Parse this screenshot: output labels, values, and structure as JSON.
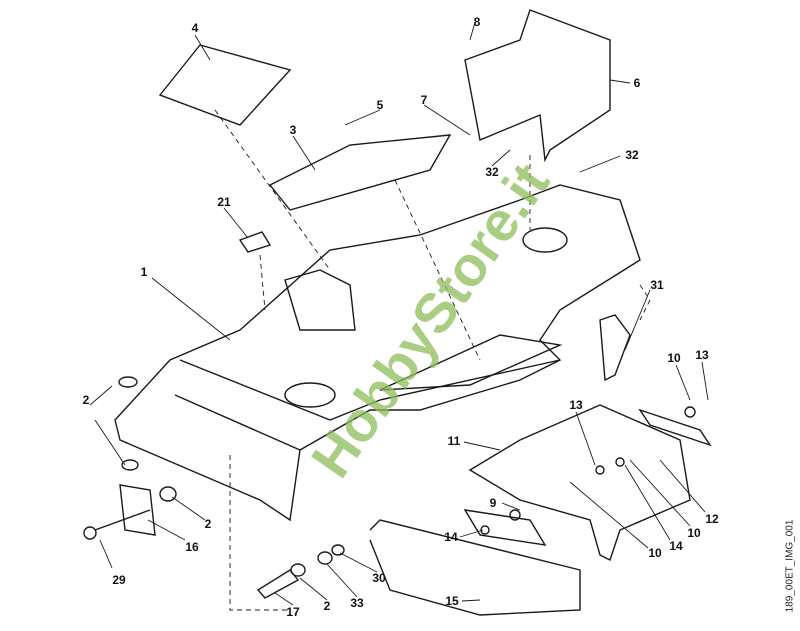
{
  "diagram": {
    "parts": [
      {
        "id": "4"
      },
      {
        "id": "8"
      },
      {
        "id": "6"
      },
      {
        "id": "5"
      },
      {
        "id": "7"
      },
      {
        "id": "3"
      },
      {
        "id": "32"
      },
      {
        "id": "32"
      },
      {
        "id": "21"
      },
      {
        "id": "1"
      },
      {
        "id": "31"
      },
      {
        "id": "10"
      },
      {
        "id": "13"
      },
      {
        "id": "2"
      },
      {
        "id": "13"
      },
      {
        "id": "11"
      },
      {
        "id": "12"
      },
      {
        "id": "10"
      },
      {
        "id": "9"
      },
      {
        "id": "14"
      },
      {
        "id": "10"
      },
      {
        "id": "2"
      },
      {
        "id": "16"
      },
      {
        "id": "29"
      },
      {
        "id": "14"
      },
      {
        "id": "15"
      },
      {
        "id": "17"
      },
      {
        "id": "2"
      },
      {
        "id": "33"
      },
      {
        "id": "30"
      }
    ],
    "image_code": "189_00ET_IMG_001",
    "watermark": "HobbyStore.it",
    "line_color": "#1a1a1a"
  }
}
